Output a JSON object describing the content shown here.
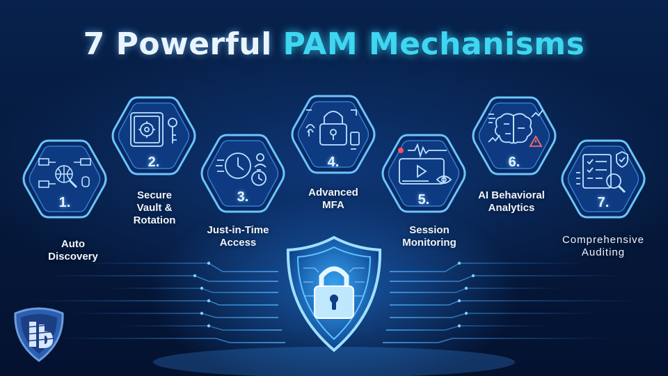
{
  "title": {
    "part1": "7 Powerful ",
    "part2": "PAM Mechanisms"
  },
  "colors": {
    "background": "#041431",
    "accent": "#3fd6f2",
    "glow": "#2f8cff",
    "text": "#eef6ff"
  },
  "mechanisms": [
    {
      "number": "1.",
      "line1": "Auto",
      "line2": "Discovery",
      "icon": "network-search-icon"
    },
    {
      "number": "2.",
      "line1": "Secure",
      "line2": "Vault &",
      "line3": "Rotation",
      "icon": "vault-key-icon"
    },
    {
      "number": "3.",
      "line1": "Just-in-Time",
      "line2": "Access",
      "icon": "clock-user-icon"
    },
    {
      "number": "4.",
      "line1": "Advanced",
      "line2": "MFA",
      "icon": "padlock-fingerprint-icon"
    },
    {
      "number": "5.",
      "line1": "Session",
      "line2": "Monitoring",
      "icon": "video-eye-icon"
    },
    {
      "number": "6.",
      "line1": "AI Behavioral",
      "line2": "Analytics",
      "icon": "brain-analytics-icon"
    },
    {
      "number": "7.",
      "line1": "Comprehensive",
      "line2": "Auditing",
      "icon": "checklist-magnifier-icon"
    }
  ],
  "center_icon": "shield-padlock-icon",
  "corner_logo": "brand-shield-logo"
}
